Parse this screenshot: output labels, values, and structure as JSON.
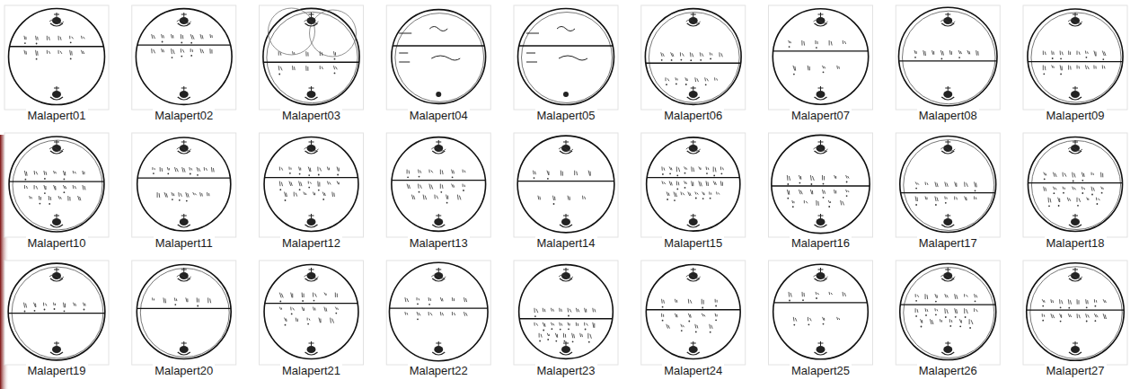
{
  "diagram": {
    "labels": [
      "Malapert01",
      "Malapert02",
      "Malapert03",
      "Malapert04",
      "Malapert05",
      "Malapert06",
      "Malapert07",
      "Malapert08",
      "Malapert09",
      "Malapert10",
      "Malapert11",
      "Malapert12",
      "Malapert13",
      "Malapert14",
      "Malapert15",
      "Malapert16",
      "Malapert17",
      "Malapert18",
      "Malapert19",
      "Malapert20",
      "Malapert21",
      "Malapert22",
      "Malapert23",
      "Malapert24",
      "Malapert25",
      "Malapert26",
      "Malapert27"
    ]
  }
}
